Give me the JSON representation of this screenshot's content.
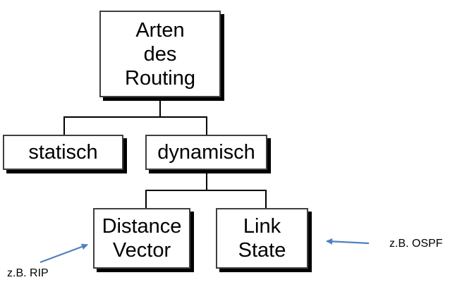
{
  "diagram": {
    "nodes": {
      "root": {
        "lines": [
          "Arten",
          "des",
          "Routing"
        ]
      },
      "statisch": {
        "label": "statisch"
      },
      "dynamisch": {
        "label": "dynamisch"
      },
      "distance_vector": {
        "lines": [
          "Distance",
          "Vector"
        ]
      },
      "link_state": {
        "lines": [
          "Link",
          "State"
        ]
      }
    },
    "annotations": {
      "rip": {
        "label": "z.B. RIP"
      },
      "ospf": {
        "label": "z.B. OSPF"
      }
    }
  },
  "colors": {
    "background": "#FFFFFF",
    "box_fill": "#FFFFFF",
    "box_border": "#3F3F3F",
    "box_shadow": "#000000",
    "connector": "#000000",
    "arrow": "#4F81BD",
    "text": "#000000"
  }
}
